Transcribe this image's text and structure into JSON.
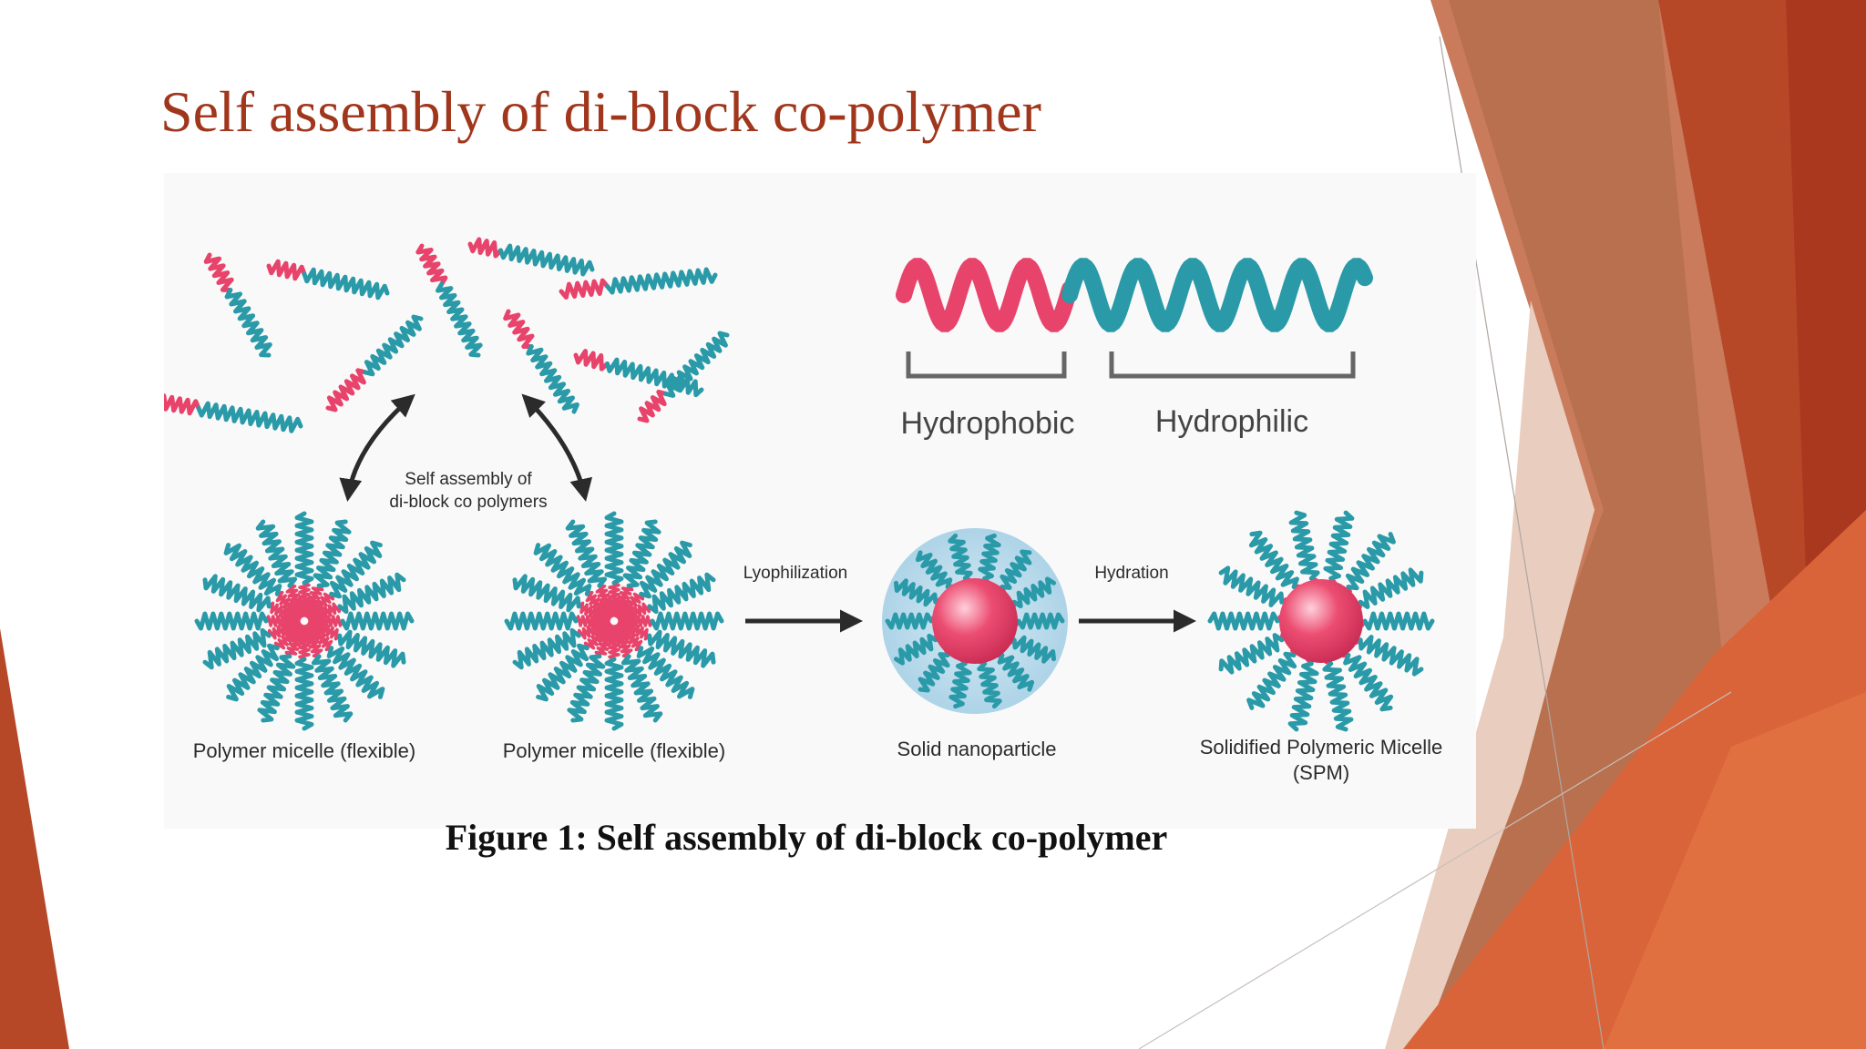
{
  "slide": {
    "title": "Self assembly of di-block co-polymer",
    "caption": "Figure 1: Self assembly of di-block co-polymer"
  },
  "diagram": {
    "label_hydrophobic": "Hydrophobic",
    "label_hydrophilic": "Hydrophilic",
    "arrow_label_line1": "Self assembly of",
    "arrow_label_line2": "di-block co polymers",
    "step_lyophilization": "Lyophilization",
    "step_hydration": "Hydration",
    "micelle1_label": "Polymer micelle (flexible)",
    "micelle2_label": "Polymer micelle (flexible)",
    "nanoparticle_label": "Solid nanoparticle",
    "spm_label_line1": "Solidified Polymeric Micelle",
    "spm_label_line2": "(SPM)"
  },
  "colors": {
    "hydrophobic": "#e8436a",
    "hydrophilic": "#2a9aa8",
    "title": "#a0361c",
    "accent_orange": "#c9502a"
  }
}
